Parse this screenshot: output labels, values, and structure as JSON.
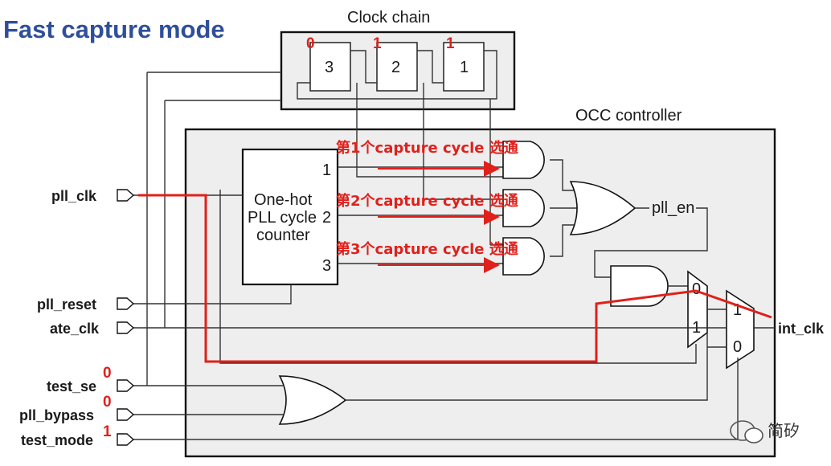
{
  "title": "Fast capture mode",
  "clock_chain": {
    "label": "Clock chain",
    "flops": [
      "3",
      "2",
      "1"
    ],
    "flop_values": [
      "0",
      "1",
      "1"
    ]
  },
  "occ": {
    "label": "OCC controller",
    "counter_lines": [
      "One-hot",
      "PLL cycle",
      "counter"
    ],
    "counter_outputs": [
      "1",
      "2",
      "3"
    ],
    "pll_en": "pll_en",
    "mux1": [
      "0",
      "1"
    ],
    "mux2": [
      "1",
      "0"
    ]
  },
  "annotations": [
    "第1个capture cycle 选通",
    "第2个capture cycle 选通",
    "第3个capture cycle 选通"
  ],
  "pins": {
    "pll_clk": "pll_clk",
    "pll_reset": "pll_reset",
    "ate_clk": "ate_clk",
    "test_se": "test_se",
    "pll_bypass": "pll_bypass",
    "test_mode": "test_mode",
    "int_clk": "int_clk"
  },
  "pin_values": {
    "test_se": "0",
    "pll_bypass": "0",
    "test_mode": "1"
  },
  "watermark": "简矽",
  "colors": {
    "title": "#2f4f9a",
    "highlight": "#e0201b",
    "wire": "#333333",
    "occ_fill": "#eeeeee"
  }
}
